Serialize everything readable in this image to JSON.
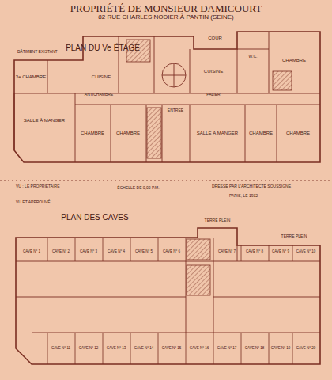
{
  "diagram": {
    "title": "PROPRIÉTÉ DE MONSIEUR DAMICOURT",
    "labels": [
      "82 RUE CHARLES NODIER À PANTIN (SEINE)",
      "PLAN DU Ve ÉTAGE",
      "COUR",
      "BÂTIMENT EXISTANT",
      "3e CHAMBRE",
      "CUISINE",
      "CUISINE",
      "CHAMBRE",
      "W.C.",
      "ANTICHAMBRE",
      "PALIER",
      "ENTRÉE",
      "SALLE À MANGER",
      "CHAMBRE",
      "CHAMBRE",
      "SALLE À MANGER",
      "CHAMBRE",
      "CHAMBRE",
      "VU : LE PROPRIÉTAIRE",
      "VU ET APPROUVÉ",
      "ÉCHELLE DE 0,02 P.M.",
      "DRESSÉ PAR L'ARCHITECTE SOUSSIGNÉ",
      "PARIS, LE 1932",
      "PLAN DES CAVES",
      "TERRE PLEIN",
      "TERRE PLEIN",
      "CAVE N° 1",
      "CAVE N° 2",
      "CAVE N° 3",
      "CAVE N° 4",
      "CAVE N° 5",
      "CAVE N° 6",
      "CAVE N° 7",
      "CAVE N° 8",
      "CAVE N° 9",
      "CAVE N° 10",
      "CAVE N° 11",
      "CAVE N° 12",
      "CAVE N° 13",
      "CAVE N° 14",
      "CAVE N° 15",
      "CAVE N° 16",
      "CAVE N° 17",
      "CAVE N° 18",
      "CAVE N° 19",
      "CAVE N° 20"
    ]
  }
}
